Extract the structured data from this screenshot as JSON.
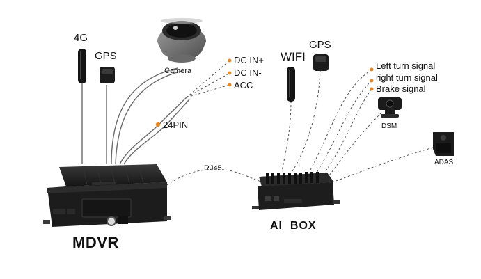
{
  "labels": {
    "g4": "4G",
    "gps_left": "GPS",
    "camera": "Camera",
    "dc_in_plus": "DC IN+",
    "dc_in_minus": "DC IN-",
    "acc": "ACC",
    "pin24": "24PIN",
    "rj45": "RJ45",
    "wifi": "WIFI",
    "gps_right": "GPS",
    "left_turn": "Left turn signal",
    "right_turn": "right turn signal",
    "brake": "Brake signal",
    "dsm": "DSM",
    "adas": "ADAS",
    "mdvr": "MDVR",
    "ai_box": "AI  BOX"
  },
  "colors": {
    "dot": "#e8871e",
    "cable": "#555555",
    "device": "#1b1b1b"
  }
}
